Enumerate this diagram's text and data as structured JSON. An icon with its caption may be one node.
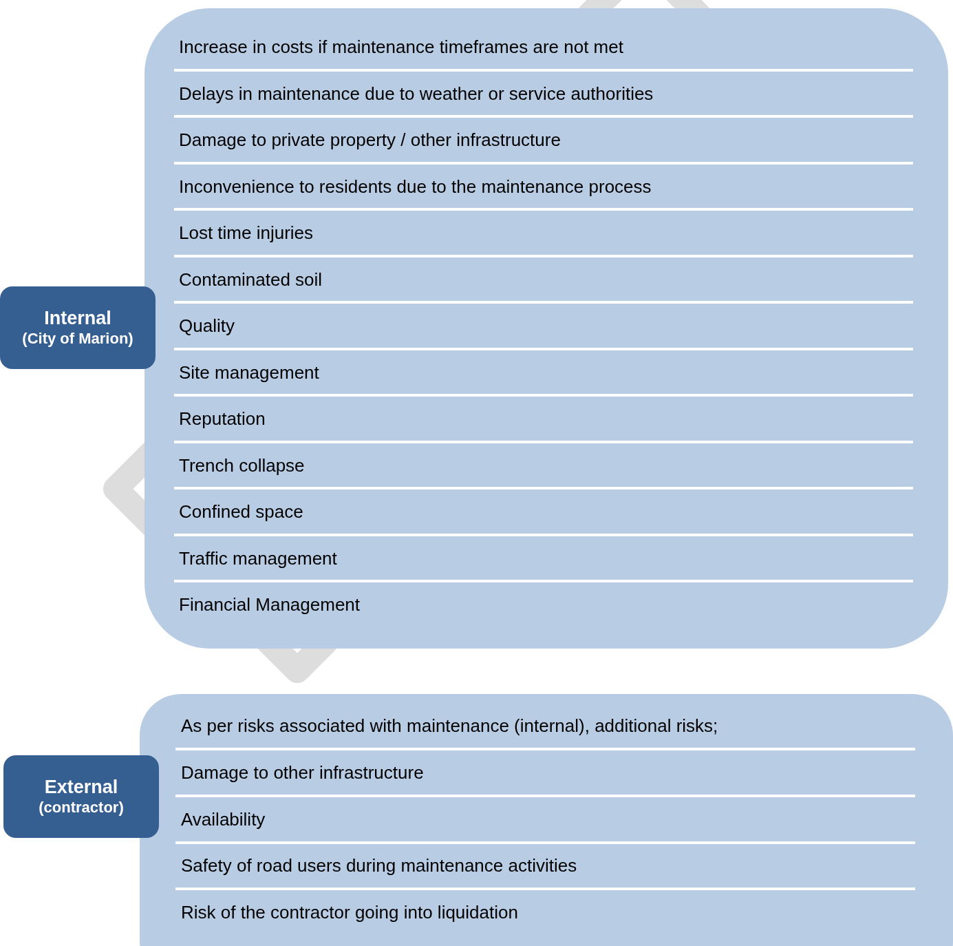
{
  "diagram": {
    "nodes": [
      {
        "text": [
          "Internal",
          "(City of Marion)"
        ]
      },
      {
        "text": [
          "Increase in costs if maintenance timeframes are not met",
          "Delays in maintenance due to weather or service authorities",
          "Damage to private property / other infrastructure",
          "Inconvenience to residents due to the maintenance process",
          "Lost time injuries",
          "Contaminated soil",
          "Quality",
          "Site management",
          "Reputation",
          "Trench collapse",
          "Confined space",
          "Traffic management",
          "Financial Management"
        ]
      },
      {
        "text": [
          "External",
          "(contractor)"
        ]
      },
      {
        "text": [
          "As per risks associated with maintenance (internal), additional risks;",
          "Damage to other infrastructure",
          "Availability",
          "Safety of road users during maintenance activities",
          "Risk of the contractor going into liquidation"
        ]
      }
    ]
  }
}
